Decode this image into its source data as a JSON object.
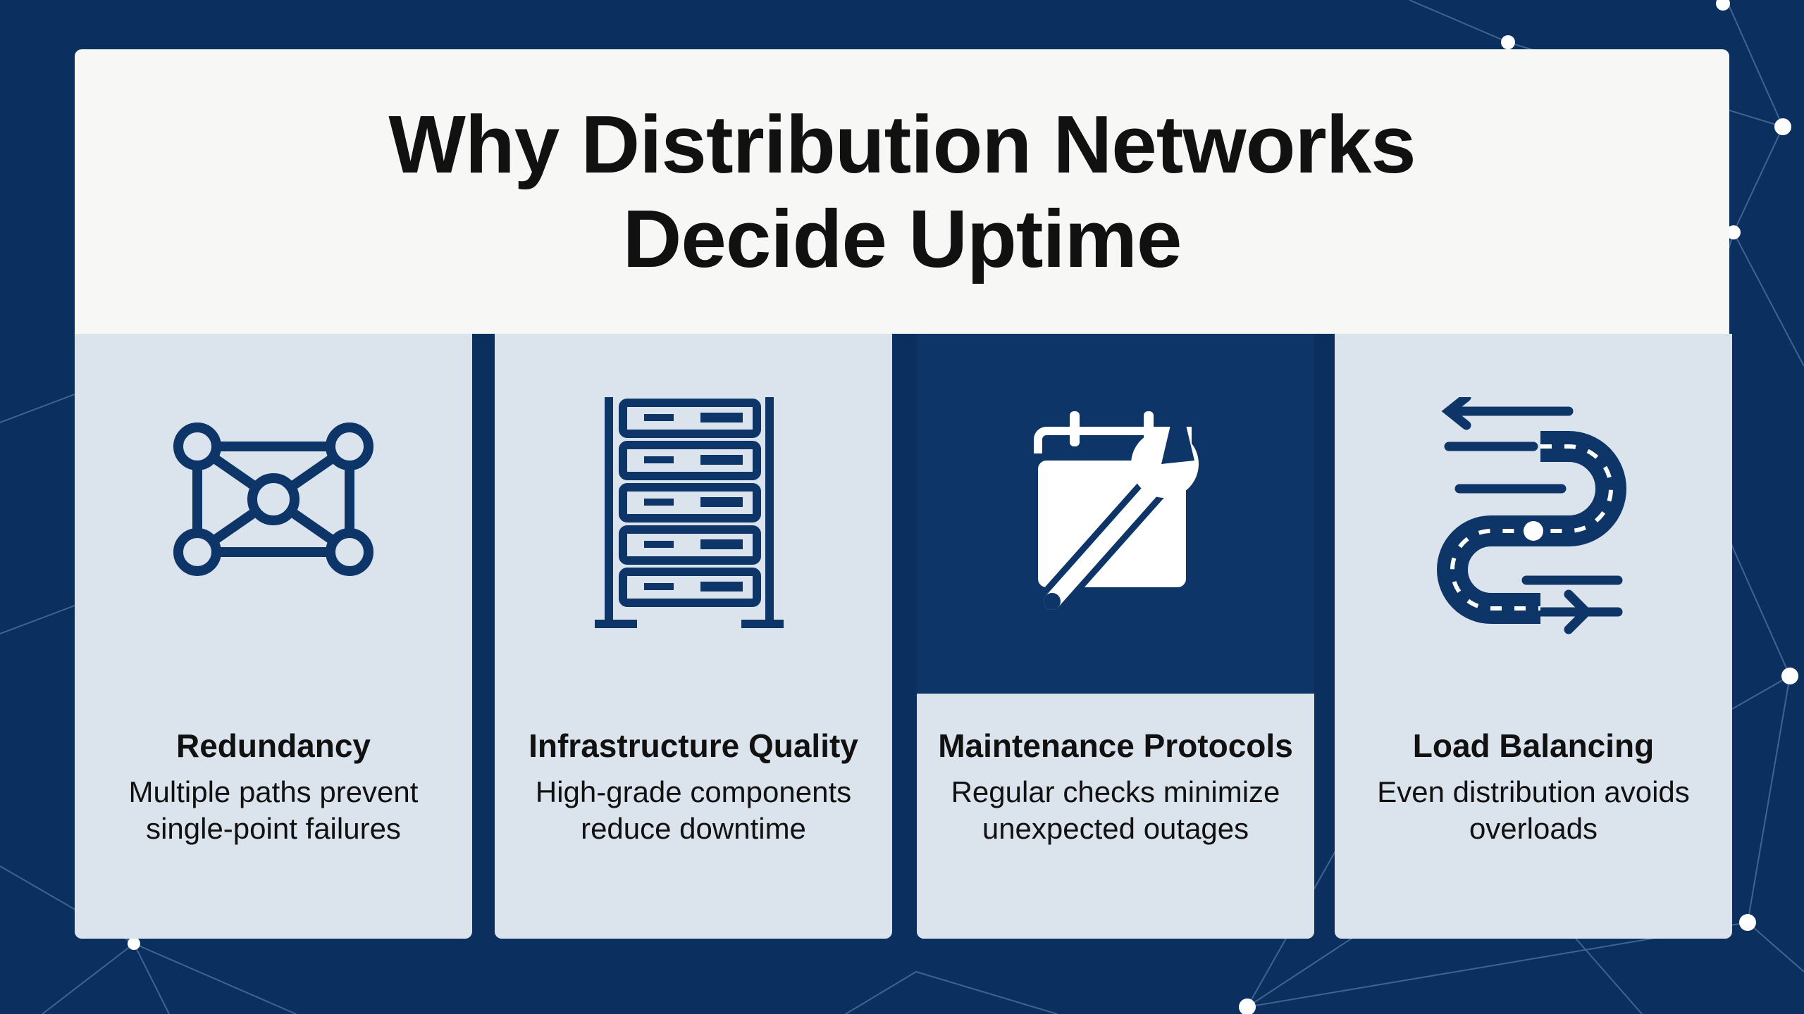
{
  "title_line1": "Why Distribution Networks",
  "title_line2": "Decide Uptime",
  "colors": {
    "navy": "#0d3568",
    "card": "#dbe3ec",
    "header": "#f7f7f5"
  },
  "cards": [
    {
      "icon": "network-nodes-icon",
      "title": "Redundancy",
      "description": "Multiple paths prevent single-point failures"
    },
    {
      "icon": "server-rack-icon",
      "title": "Infrastructure Quality",
      "description": "High-grade components reduce downtime"
    },
    {
      "icon": "calendar-wrench-icon",
      "title": "Maintenance Protocols",
      "description": "Regular checks minimize unexpected outages"
    },
    {
      "icon": "road-arrows-icon",
      "title": "Load Balancing",
      "description": "Even distribution avoids overloads"
    }
  ]
}
